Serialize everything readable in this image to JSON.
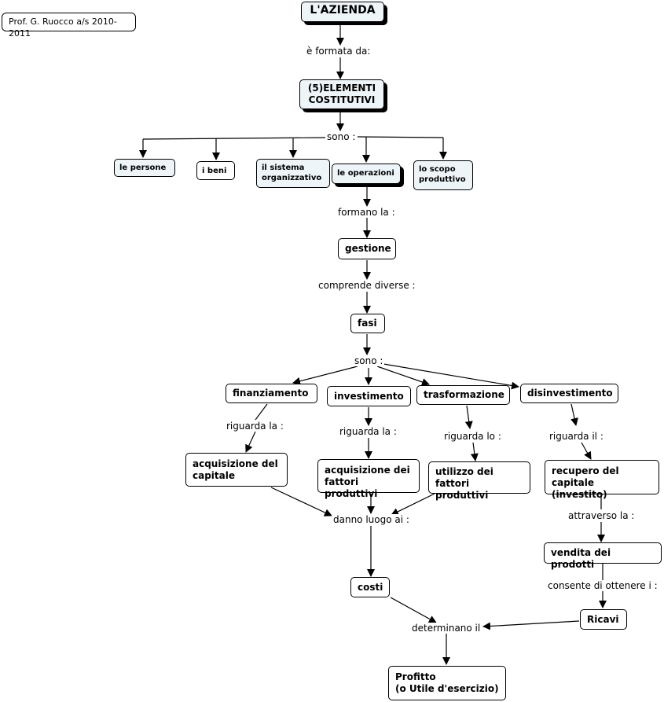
{
  "credit": "Prof. G. Ruocco a/s 2010-2011",
  "nodes": {
    "azienda": "L'AZIENDA",
    "elementi": "(5)ELEMENTI\nCOSTITUTIVI",
    "persone": "le persone",
    "beni": "i beni",
    "sistema": "il sistema\norganizzativo",
    "operazioni": "le operazioni",
    "scopo": "lo scopo\nproduttivo",
    "gestione": "gestione",
    "fasi": "fasi",
    "finanziamento": "finanziamento",
    "investimento": "investimento",
    "trasformazione": "trasformazione",
    "disinvestimento": "disinvestimento",
    "acquisizione_capitale": "acquisizione del\ncapitale",
    "acquisizione_fattori": "acquisizione dei\nfattori produttivi",
    "utilizzo_fattori": "utilizzo dei\nfattori produttivi",
    "recupero_capitale": "recupero del\ncapitale (investito)",
    "vendita_prodotti": "vendita dei prodotti",
    "costi": "costi",
    "ricavi": "Ricavi",
    "profitto": "Profitto\n(o Utile d'esercizio)"
  },
  "phrases": {
    "formata_da": "è formata da:",
    "sono_1": "sono :",
    "formano_la": "formano la :",
    "comprende_diverse": "comprende diverse :",
    "sono_2": "sono :",
    "riguarda_la_1": "riguarda  la :",
    "riguarda_la_2": "riguarda la :",
    "riguarda_lo": "riguarda lo :",
    "riguarda_il": "riguarda il :",
    "danno_luogo_ai": "danno luogo ai :",
    "attraverso_la": "attraverso la :",
    "consente_di_ottenere": "consente di ottenere i :",
    "determinano_il": "determinano il"
  }
}
